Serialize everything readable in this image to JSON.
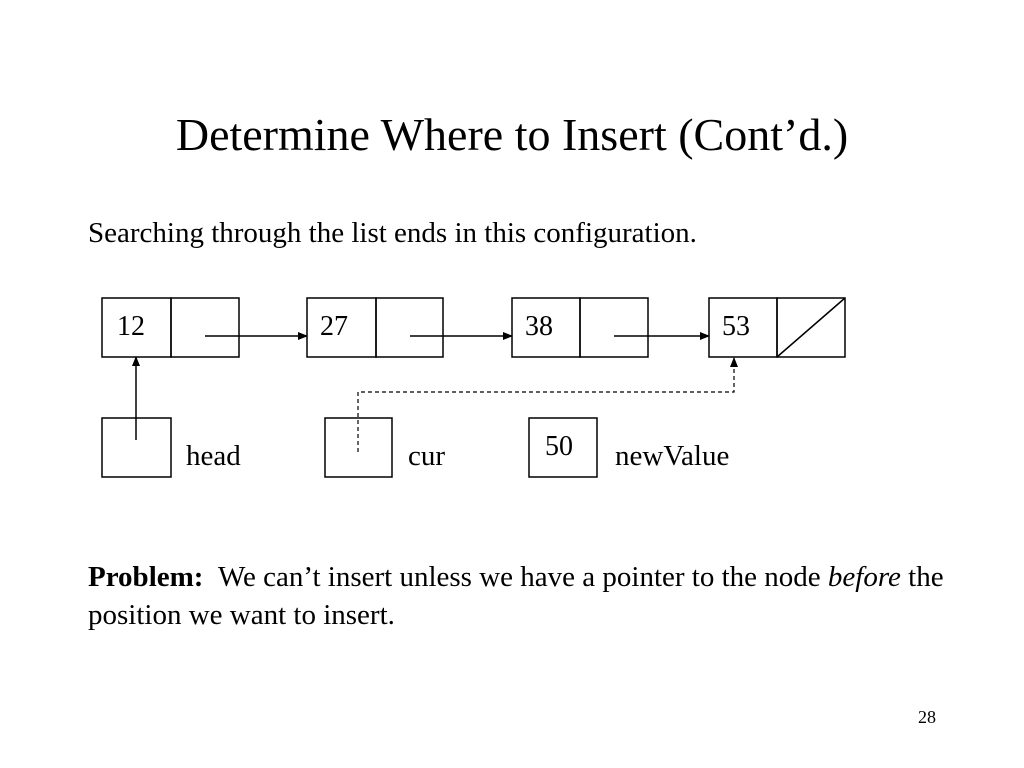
{
  "slide": {
    "title": "Determine Where to Insert (Cont’d.)",
    "intro": "Searching through the list ends in this configuration.",
    "problem_label": "Problem:",
    "problem_text_1": "We can’t insert unless we have a pointer to the node",
    "problem_emphasis": "before",
    "problem_text_2": "the position we want to insert.",
    "page_number": "28"
  },
  "diagram": {
    "nodes": [
      {
        "value": "12"
      },
      {
        "value": "27"
      },
      {
        "value": "38"
      },
      {
        "value": "53",
        "next_null": true
      }
    ],
    "pointers": [
      {
        "name": "head",
        "value": ""
      },
      {
        "name": "cur",
        "value": ""
      },
      {
        "name": "newValue",
        "value": "50"
      }
    ]
  }
}
